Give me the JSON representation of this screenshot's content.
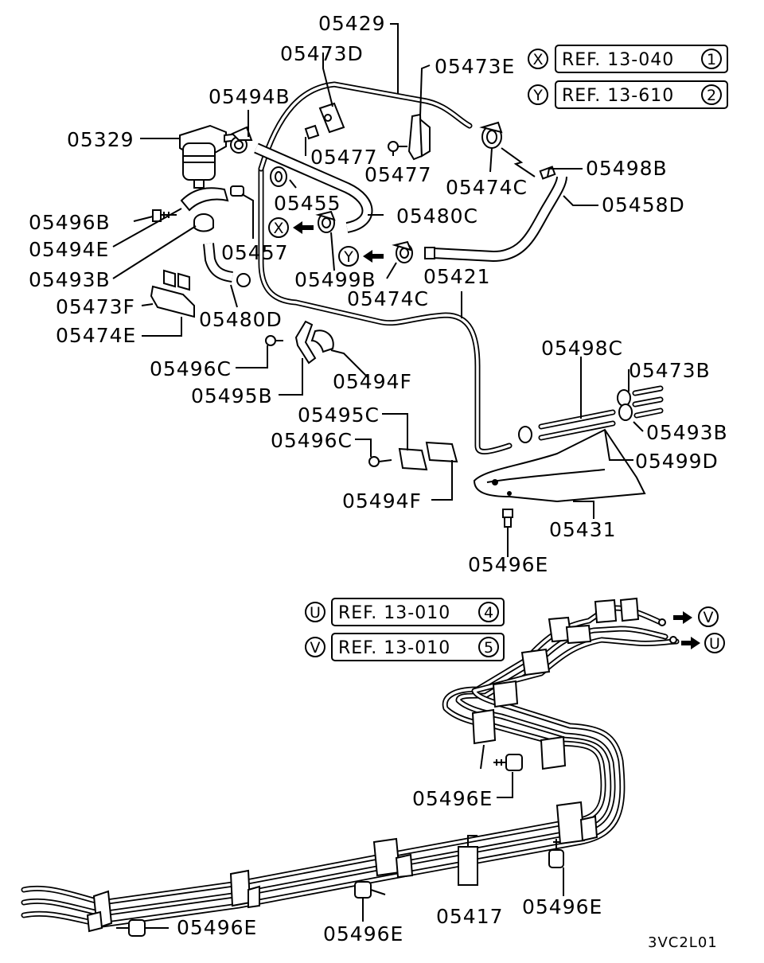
{
  "diagram_code": "3VC2L01",
  "refs": [
    {
      "marker": "X",
      "text": "REF. 13-040",
      "num": "1"
    },
    {
      "marker": "Y",
      "text": "REF. 13-610",
      "num": "2"
    },
    {
      "marker": "U",
      "text": "REF. 13-010",
      "num": "4"
    },
    {
      "marker": "V",
      "text": "REF. 13-010",
      "num": "5"
    }
  ],
  "arrow_markers": [
    "X",
    "Y",
    "V",
    "U"
  ],
  "labels": {
    "p05429": "05429",
    "p05473D": "05473D",
    "p05473E": "05473E",
    "p05494B": "05494B",
    "p05329": "05329",
    "p05477a": "05477",
    "p05477b": "05477",
    "p05498B": "05498B",
    "p05474Ca": "05474C",
    "p05458D": "05458D",
    "p05455": "05455",
    "p05480C": "05480C",
    "p05496B": "05496B",
    "p05494E": "05494E",
    "p05457": "05457",
    "p05493Ba": "05493B",
    "p05499B": "05499B",
    "p05421": "05421",
    "p05474Cb": "05474C",
    "p05473F": "05473F",
    "p05480D": "05480D",
    "p05474E": "05474E",
    "p05498C": "05498C",
    "p05473B": "05473B",
    "p05496Ca": "05496C",
    "p05494Fa": "05494F",
    "p05495B": "05495B",
    "p05493Bb": "05493B",
    "p05495C": "05495C",
    "p05496Cb": "05496C",
    "p05499D": "05499D",
    "p05494Fb": "05494F",
    "p05431": "05431",
    "p05496Ea": "05496E",
    "p05496Eb": "05496E",
    "p05496Ec": "05496E",
    "p05496Ed": "05496E",
    "p05496Ee": "05496E",
    "p05417": "05417"
  }
}
